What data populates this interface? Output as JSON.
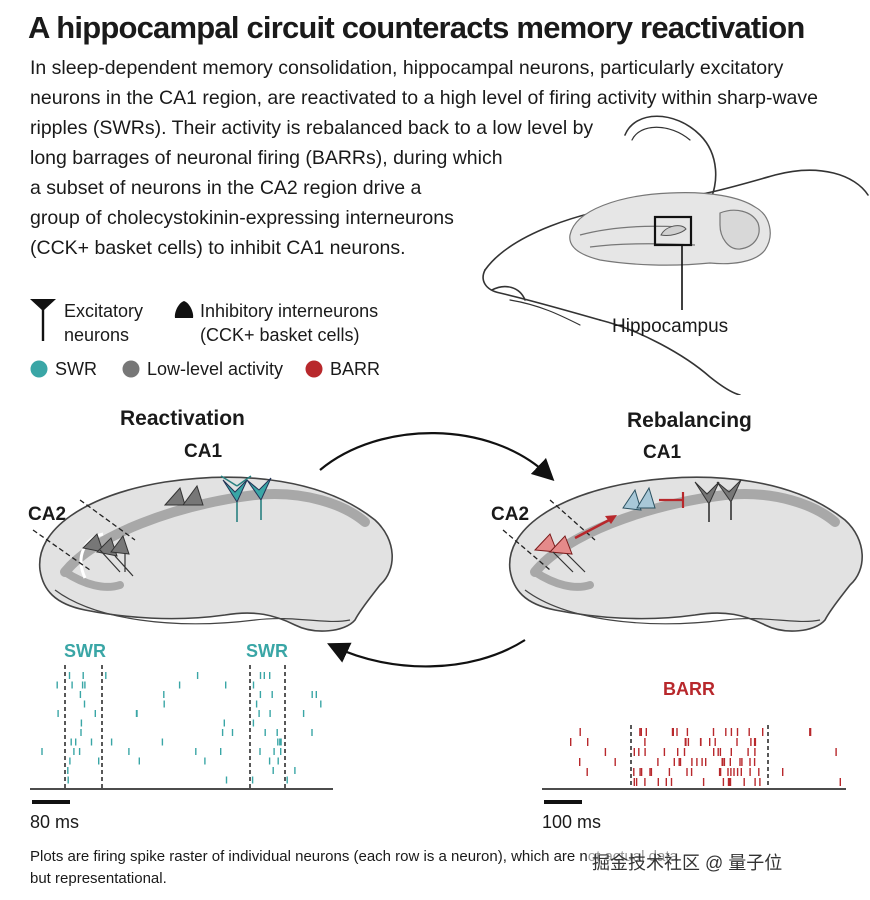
{
  "title": "A hippocampal circuit counteracts memory reactivation",
  "intro_lines": [
    "In sleep-dependent memory consolidation, hippocampal neurons, particularly excitatory",
    "neurons in the CA1 region, are reactivated to a high level of firing activity within sharp-wave",
    "ripples (SWRs). Their activity is rebalanced back to a low level by",
    "long barrages of neuronal firing (BARRs), during which",
    "a subset of neurons in the CA2 region drive a",
    "group of cholecystokinin-expressing interneurons",
    "(CCK+ basket cells) to inhibit CA1 neurons."
  ],
  "brain_label": "Hippocampus",
  "legend": {
    "excitatory_line1": "Excitatory",
    "excitatory_line2": "neurons",
    "inhibitory_line1": "Inhibitory interneurons",
    "inhibitory_line2": "(CCK+ basket cells)",
    "swr": "SWR",
    "low": "Low-level activity",
    "barr": "BARR"
  },
  "colors": {
    "swr": "#3aa6a6",
    "low": "#777777",
    "barr": "#b8282c",
    "tissue": "#e2e2e2",
    "tissue_band": "#a8a8a8"
  },
  "panels": {
    "left": {
      "title": "Reactivation",
      "ca1": "CA1",
      "ca2": "CA2",
      "raster_label_1": "SWR",
      "raster_label_2": "SWR",
      "scale": "80 ms"
    },
    "right": {
      "title": "Rebalancing",
      "ca1": "CA1",
      "ca2": "CA2",
      "raster_label": "BARR",
      "scale": "100 ms"
    }
  },
  "footer_lines": [
    "Plots are firing spike raster of individual neurons (each row is a neuron), which are not actual data",
    "but representational."
  ],
  "watermark": "掘金技术社区 @ 量子位"
}
